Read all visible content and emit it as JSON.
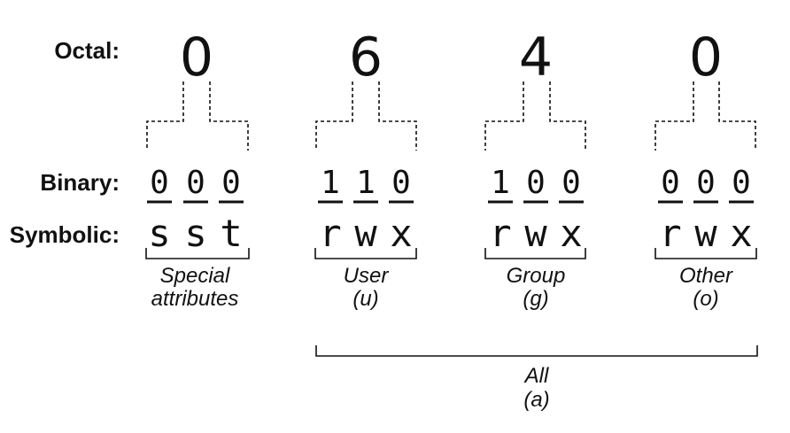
{
  "labels": {
    "octal": "Octal:",
    "binary": "Binary:",
    "symbolic": "Symbolic:"
  },
  "groups": [
    {
      "octal": "0",
      "bits": [
        "0",
        "0",
        "0"
      ],
      "symbols": [
        "s",
        "s",
        "t"
      ],
      "caption": [
        "Special",
        "attributes"
      ]
    },
    {
      "octal": "6",
      "bits": [
        "1",
        "1",
        "0"
      ],
      "symbols": [
        "r",
        "w",
        "x"
      ],
      "caption": [
        "User",
        "(u)"
      ]
    },
    {
      "octal": "4",
      "bits": [
        "1",
        "0",
        "0"
      ],
      "symbols": [
        "r",
        "w",
        "x"
      ],
      "caption": [
        "Group",
        "(g)"
      ]
    },
    {
      "octal": "0",
      "bits": [
        "0",
        "0",
        "0"
      ],
      "symbols": [
        "r",
        "w",
        "x"
      ],
      "caption": [
        "Other",
        "(o)"
      ]
    }
  ],
  "all_caption": [
    "All",
    "(a)"
  ]
}
